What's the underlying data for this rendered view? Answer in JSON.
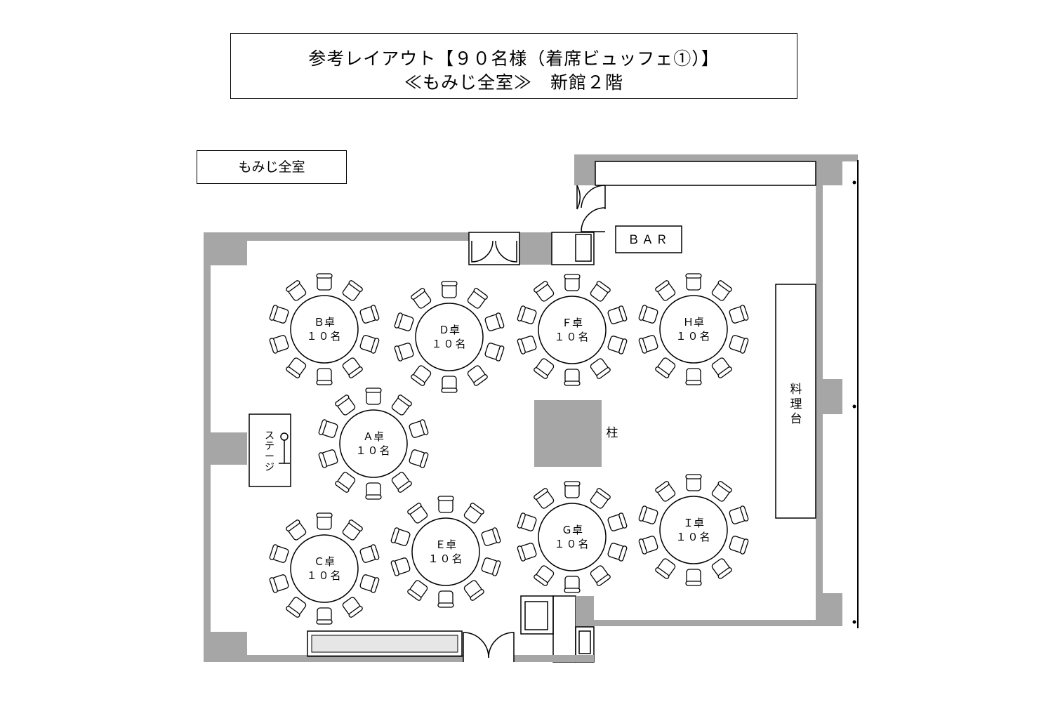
{
  "header": {
    "title_line1": "参考レイアウト【９０名様（着席ビュッフェ①）】",
    "title_line2": "≪もみじ全室≫　新館２階"
  },
  "room_label": "もみじ全室",
  "labels": {
    "bar": "ＢＡＲ",
    "buffet": [
      "料",
      "理",
      "台"
    ],
    "pillar": "柱",
    "stage": [
      "ス",
      "テ",
      "ー",
      "ジ"
    ]
  },
  "tables": [
    {
      "name": "Ｂ卓",
      "seats": "１０名"
    },
    {
      "name": "Ｄ卓",
      "seats": "１０名"
    },
    {
      "name": "Ｆ卓",
      "seats": "１０名"
    },
    {
      "name": "Ｈ卓",
      "seats": "１０名"
    },
    {
      "name": "Ａ卓",
      "seats": "１０名"
    },
    {
      "name": "Ｃ卓",
      "seats": "１０名"
    },
    {
      "name": "Ｅ卓",
      "seats": "１０名"
    },
    {
      "name": "Ｇ卓",
      "seats": "１０名"
    },
    {
      "name": "Ｉ卓",
      "seats": "１０名"
    }
  ],
  "colors": {
    "wall": "#a6a6a6",
    "line": "#000000",
    "background": "#ffffff"
  }
}
